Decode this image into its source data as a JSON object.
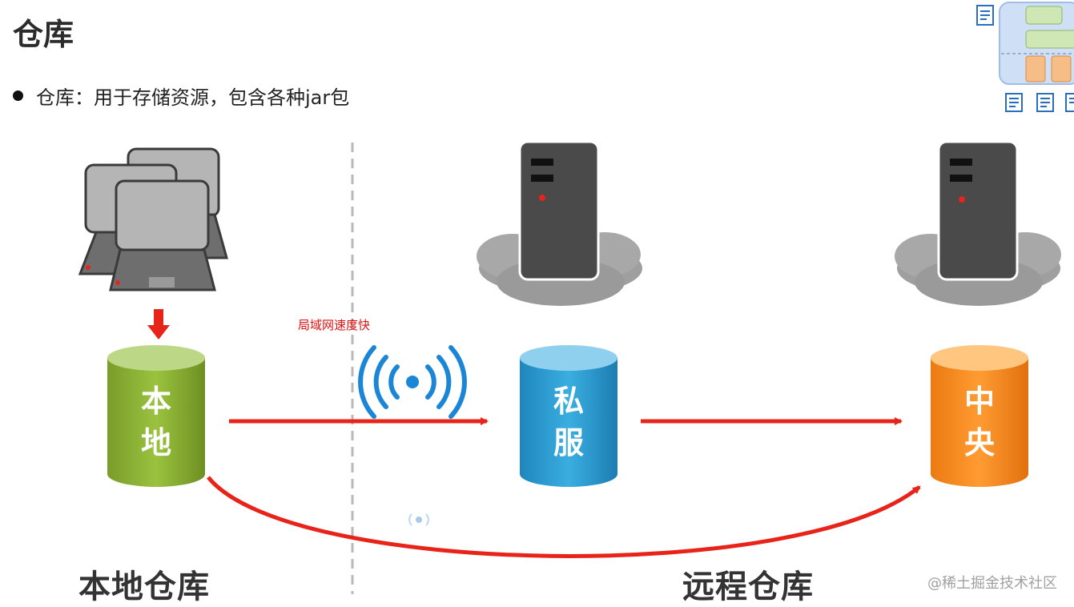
{
  "title": "仓库",
  "bullet": "仓库：用于存储资源，包含各种jar包",
  "annotation": "局域网速度快",
  "repositories": {
    "local": {
      "char1": "本",
      "char2": "地"
    },
    "private": {
      "char1": "私",
      "char2": "服"
    },
    "central": {
      "char1": "中",
      "char2": "央"
    }
  },
  "sections": {
    "local": "本地仓库",
    "remote": "远程仓库"
  },
  "watermark": "@稀土掘金技术社区",
  "colors": {
    "arrow": "#e8231a",
    "local": "#8fb236",
    "private": "#2a9bd0",
    "central": "#f58a1f",
    "server": "#4a4a4a"
  },
  "icons": [
    "computer-cluster-icon",
    "server-icon",
    "cloud-icon",
    "wifi-signal-icon",
    "outline-thumbnail-icon"
  ]
}
